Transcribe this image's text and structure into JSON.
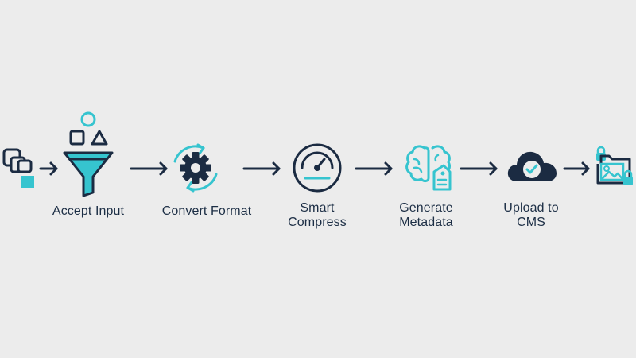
{
  "flow": {
    "steps": [
      {
        "label_lines": [
          "Accept Input"
        ],
        "icon": "funnel-icon"
      },
      {
        "label_lines": [
          "Convert Format"
        ],
        "icon": "gear-cycle-icon"
      },
      {
        "label_lines": [
          "Smart",
          "Compress"
        ],
        "icon": "gauge-icon"
      },
      {
        "label_lines": [
          "Generate",
          "Metadata"
        ],
        "icon": "brain-tag-icon"
      },
      {
        "label_lines": [
          "Upload to",
          "CMS"
        ],
        "icon": "cloud-check-icon"
      }
    ],
    "start_icon": "input-files-icon",
    "end_icon": "image-folder-lock-icon"
  },
  "colors": {
    "background": "#ececec",
    "dark": "#1b2b42",
    "accent": "#36c4cf"
  }
}
